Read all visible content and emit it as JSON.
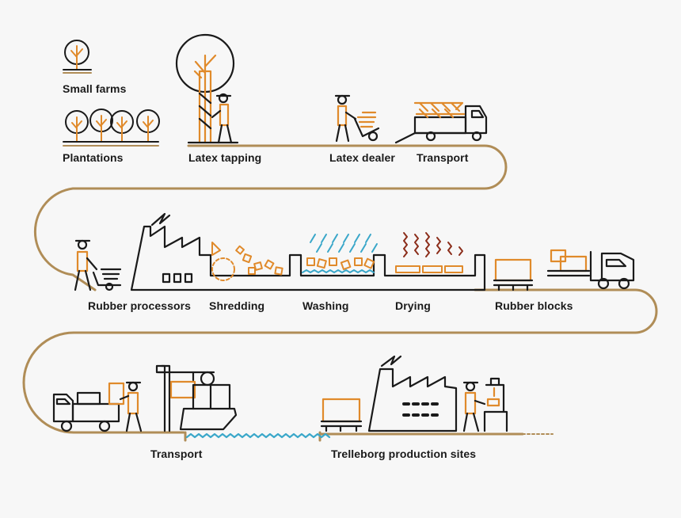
{
  "colors": {
    "background": "#f7f7f7",
    "ink": "#1a1a1a",
    "orange": "#e08a2b",
    "gold": "#b08d57",
    "blue": "#3aa7c9"
  },
  "stages": {
    "small_farms": "Small farms",
    "plantations": "Plantations",
    "latex_tapping": "Latex tapping",
    "latex_dealer": "Latex dealer",
    "transport_1": "Transport",
    "rubber_processors": "Rubber processors",
    "shredding": "Shredding",
    "washing": "Washing",
    "drying": "Drying",
    "rubber_blocks": "Rubber blocks",
    "transport_2": "Transport",
    "production_sites": "Trelleborg production sites"
  }
}
